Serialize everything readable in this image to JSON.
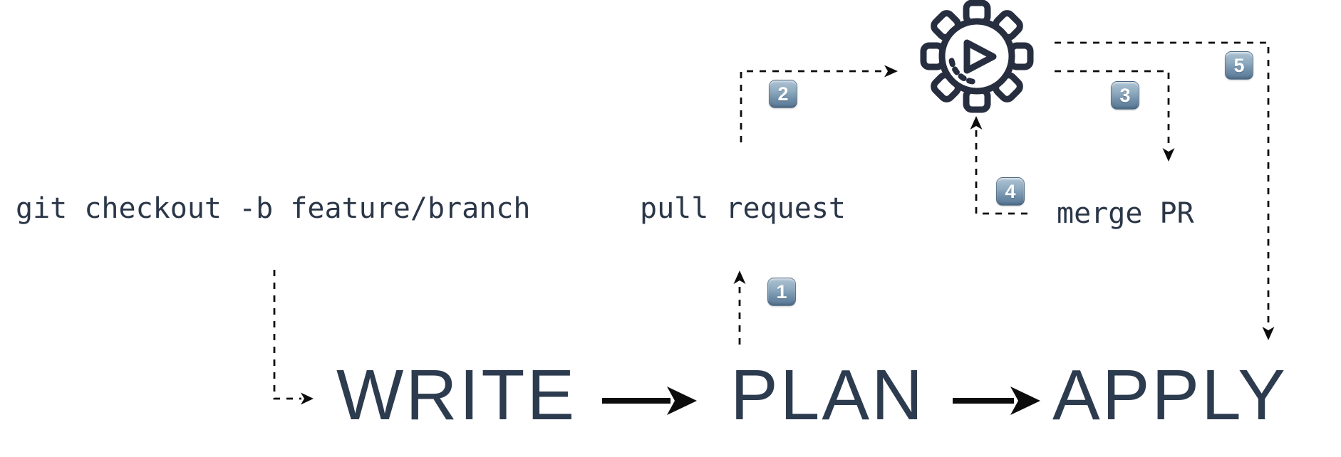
{
  "diagram": {
    "title": "git-pr-workflow-diagram",
    "background": "#ffffff"
  },
  "colors": {
    "ink_navy": "#2d3b4f",
    "mono_text": "#2b3748",
    "icon_stroke": "#272e3f",
    "arrow_black": "#0c0c0c",
    "badge_gradient_top": "#aec2d2",
    "badge_gradient_bottom": "#5b7a96",
    "badge_text": "#ffffff"
  },
  "annotations": {
    "git_command": "git checkout -b feature/branch",
    "pull_request": "pull request",
    "merge_pr": "merge PR"
  },
  "stages": [
    {
      "id": "write",
      "label": "WRITE"
    },
    {
      "id": "plan",
      "label": "PLAN"
    },
    {
      "id": "apply",
      "label": "APPLY"
    }
  ],
  "badges": [
    {
      "number": "1"
    },
    {
      "number": "2"
    },
    {
      "number": "3"
    },
    {
      "number": "4"
    },
    {
      "number": "5"
    }
  ],
  "icons": {
    "automation": "gear-play-icon"
  }
}
